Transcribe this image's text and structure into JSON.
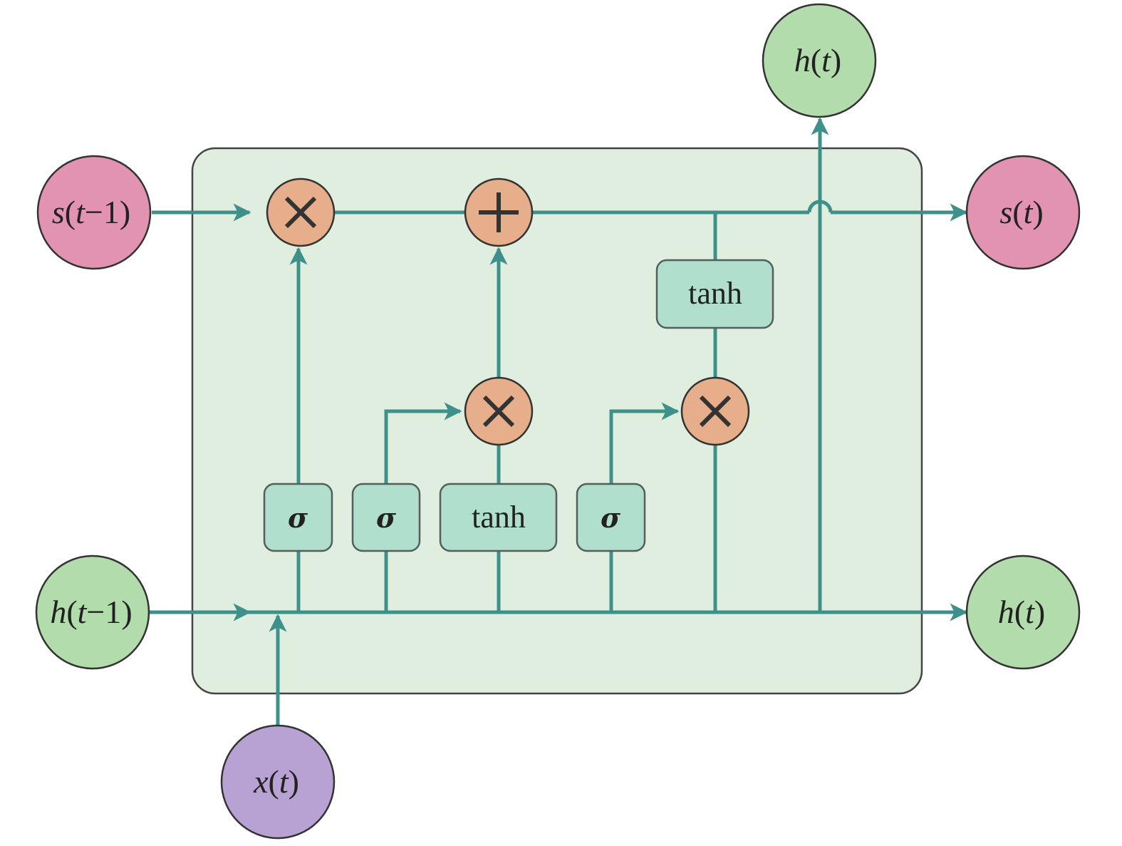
{
  "nodes": {
    "s_prev": {
      "pre": "s",
      "mid": "(",
      "it": "t",
      "post": "−1)"
    },
    "h_prev": {
      "pre": "h",
      "mid": "(",
      "it": "t",
      "post": "−1)"
    },
    "x_t": {
      "pre": "x",
      "mid": "(",
      "it": "t",
      "post": ")"
    },
    "s_t": {
      "pre": "s",
      "mid": "(",
      "it": "t",
      "post": ")"
    },
    "h_t_right": {
      "pre": "h",
      "mid": "(",
      "it": "t",
      "post": ")"
    },
    "h_t_top": {
      "pre": "h",
      "mid": "(",
      "it": "t",
      "post": ")"
    }
  },
  "gates": {
    "forget_sigma": "σ",
    "input_sigma": "σ",
    "candidate_tanh": "tanh",
    "output_sigma": "σ",
    "state_tanh": "tanh"
  },
  "colors": {
    "cell_background": "#dfeedf",
    "flow_line": "#3d918a",
    "gate_fill": "#b0dfcd",
    "operator_fill": "#e6ae8a",
    "state_node": "#e393b2",
    "hidden_node": "#b2dcab",
    "input_node": "#b8a2d3"
  },
  "icons": {
    "multiply": "times-icon",
    "add": "plus-icon",
    "arrow": "arrowhead-icon"
  }
}
